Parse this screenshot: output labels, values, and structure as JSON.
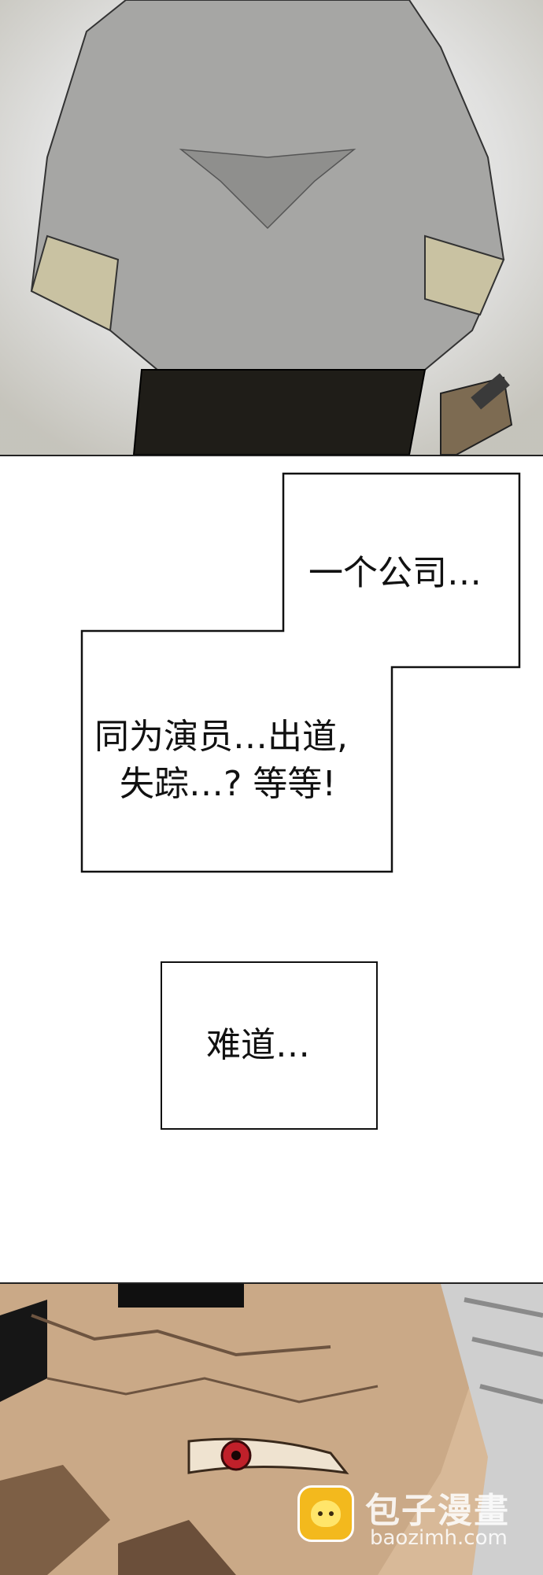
{
  "bubbles": {
    "line1": "一个公司…",
    "line2a": "同为演员…出道,",
    "line2b": "失踪…? 等等!",
    "line3": "难道…"
  },
  "watermark": {
    "title": "包子漫畫",
    "url": "baozimh.com",
    "icon": "bun-mascot-icon",
    "color": "#f3b91d"
  }
}
